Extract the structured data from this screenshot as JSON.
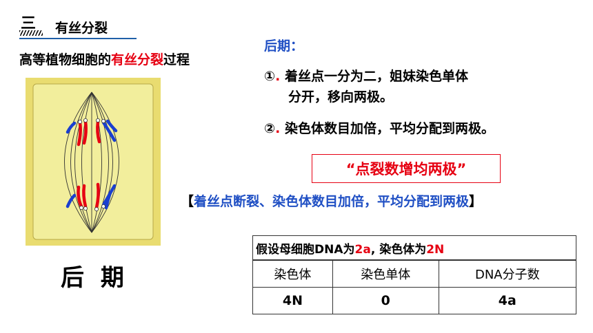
{
  "header": {
    "section_number": "三",
    "section_title": "有丝分裂"
  },
  "subtitle": {
    "prefix": "高等植物细胞的",
    "highlight": "有丝分裂",
    "suffix": "过程"
  },
  "phase_caption": "后 期",
  "phase_heading": "后期：",
  "points": {
    "p1_marker": "①",
    "p1_line1": "着丝点一分为二，姐妹染色单体",
    "p1_line2": "分开，移向两极。",
    "p2_marker": "②",
    "p2_text": "染色体数目加倍，平均分配到两极。",
    "dot": "."
  },
  "mnemonic": "“点裂数增均两极”",
  "summary": {
    "open": "【",
    "text": "着丝点断裂、染色体数目加倍，平均分配到两极",
    "close": "】"
  },
  "table": {
    "assume_prefix": "假设母细胞",
    "assume_dna": "DNA为",
    "assume_dna_val": "2a",
    "assume_mid": ", 染色体为",
    "assume_chrom_val": "2N",
    "columns": [
      "染色体",
      "染色单体",
      "DNA分子数"
    ],
    "values": [
      "4N",
      "0",
      "4a"
    ]
  },
  "colors": {
    "accent_red": "#e60012",
    "accent_blue": "#1f4fc4",
    "cell_fill": "#f2ee9c",
    "cell_wall": "#e9dc70"
  }
}
